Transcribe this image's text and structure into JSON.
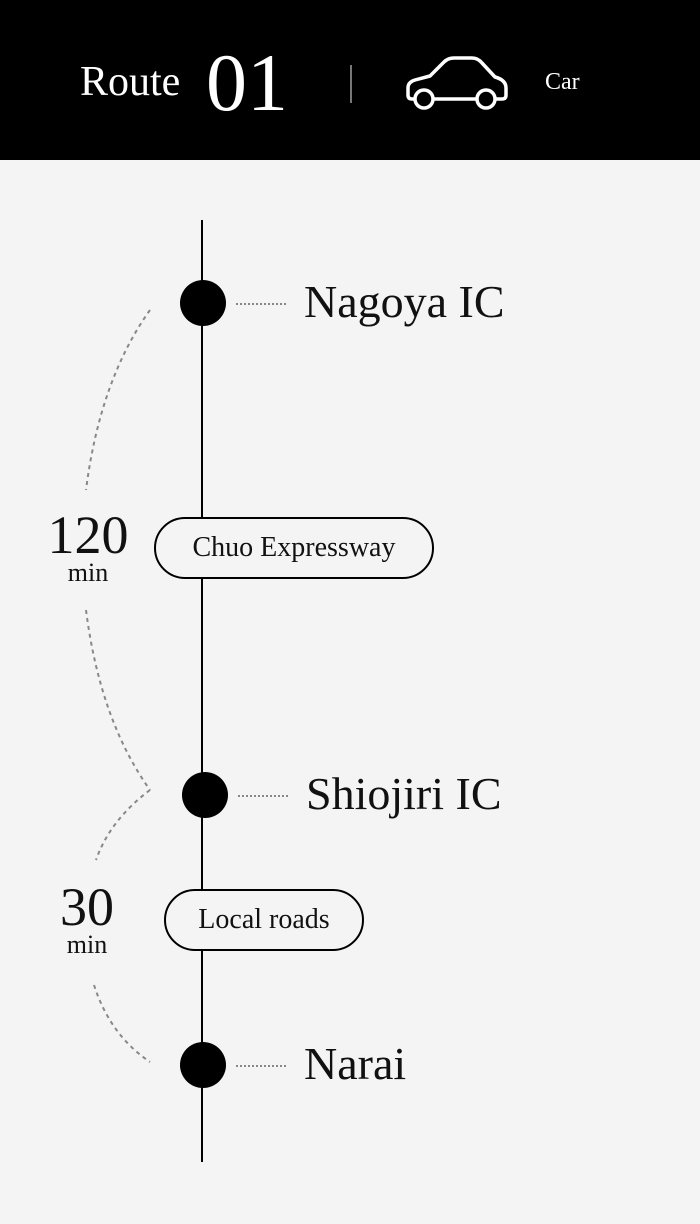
{
  "header": {
    "route_label": "Route",
    "route_number": "01",
    "mode_icon": "car-icon",
    "mode_label": "Car"
  },
  "stops": [
    {
      "name": "Nagoya IC"
    },
    {
      "name": "Shiojiri IC"
    },
    {
      "name": "Narai"
    }
  ],
  "segments": [
    {
      "road": "Chuo Expressway",
      "duration": "120",
      "unit": "min"
    },
    {
      "road": "Local roads",
      "duration": "30",
      "unit": "min"
    }
  ],
  "colors": {
    "header_bg": "#000000",
    "page_bg": "#f4f4f4",
    "line": "#000000",
    "dotted": "#888888"
  }
}
